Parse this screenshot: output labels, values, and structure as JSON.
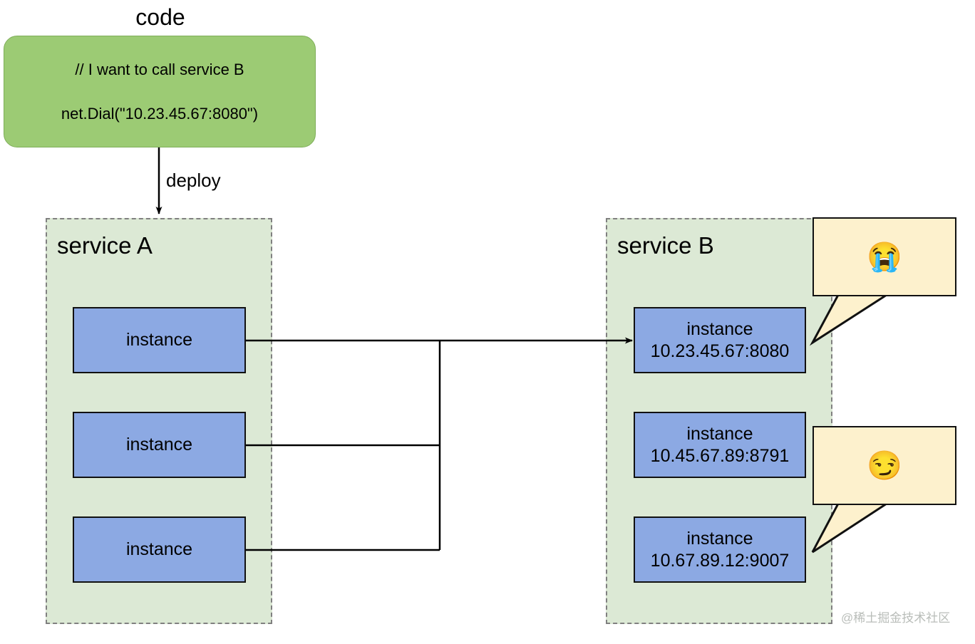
{
  "diagram": {
    "title": "code",
    "watermark": "@稀土掘金技术社区",
    "code_box": {
      "comment_line": "// I want to call service B",
      "call_line": "net.Dial(\"10.23.45.67:8080\")",
      "fill_color": "#9ccb74"
    },
    "deploy_arrow": {
      "label": "deploy"
    },
    "service_a": {
      "title": "service A",
      "fill_color": "#dce9d5",
      "border_color": "#808080",
      "instances": [
        {
          "label": "instance",
          "address": ""
        },
        {
          "label": "instance",
          "address": ""
        },
        {
          "label": "instance",
          "address": ""
        }
      ]
    },
    "service_b": {
      "title": "service B",
      "fill_color": "#dce9d5",
      "border_color": "#808080",
      "instances": [
        {
          "label": "instance",
          "address": "10.23.45.67:8080"
        },
        {
          "label": "instance",
          "address": "10.45.67.89:8791"
        },
        {
          "label": "instance",
          "address": "10.67.89.12:9007"
        }
      ]
    },
    "instance_fill_color": "#8ca9e3",
    "bubbles": [
      {
        "emoji": "😭",
        "emoji_name": "loudly-crying-face",
        "fill_color": "#fdf1cd",
        "points_at": "service-b-instance-1"
      },
      {
        "emoji": "😏",
        "emoji_name": "smirking-face",
        "fill_color": "#fdf1cd",
        "points_at": "service-b-instance-3"
      }
    ]
  }
}
